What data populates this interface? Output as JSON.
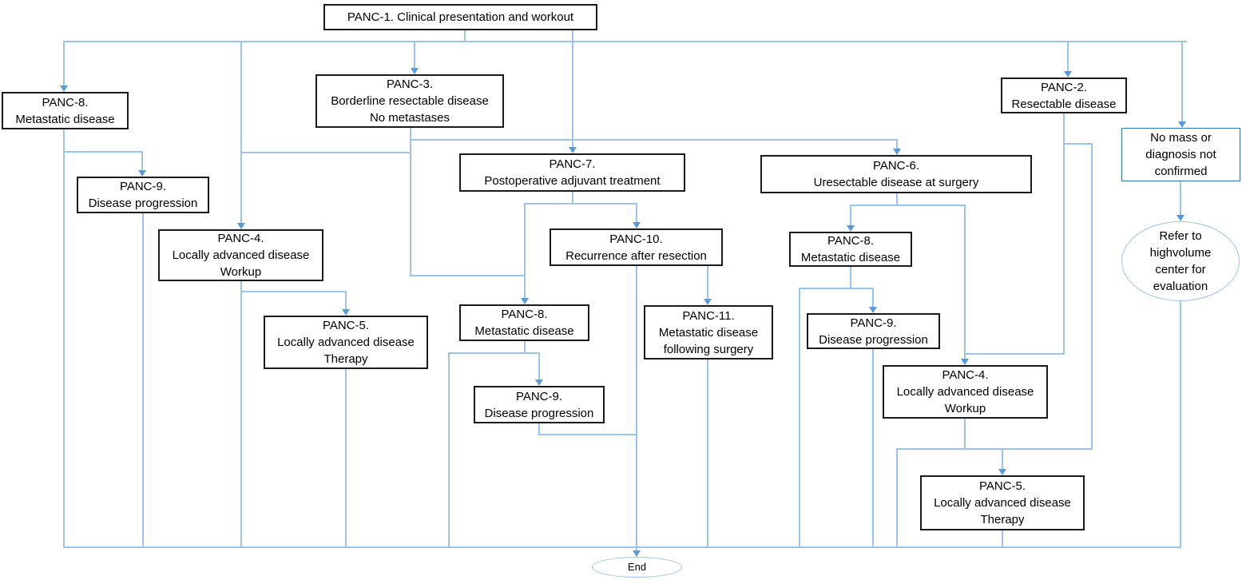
{
  "colors": {
    "connector": "#9dc3e6",
    "arrow": "#5b9bd5",
    "node_border": "#1a1a1a",
    "blue_node_border": "#2e75b6",
    "text": "#000000",
    "background": "#ffffff"
  },
  "nodes": {
    "panc1": {
      "lines": [
        "PANC-1. Clinical presentation and workout"
      ]
    },
    "panc8_left": {
      "lines": [
        "PANC-8.",
        "Metastatic disease"
      ]
    },
    "panc9_left": {
      "lines": [
        "PANC-9.",
        "Disease progression"
      ]
    },
    "panc3": {
      "lines": [
        "PANC-3.",
        "Borderline resectable disease",
        "No metastases"
      ]
    },
    "panc4_left": {
      "lines": [
        "PANC-4.",
        "Locally advanced disease",
        "Workup"
      ]
    },
    "panc5_left": {
      "lines": [
        "PANC-5.",
        "Locally advanced disease",
        "Therapy"
      ]
    },
    "panc7": {
      "lines": [
        "PANC-7.",
        "Postoperative adjuvant treatment"
      ]
    },
    "panc10": {
      "lines": [
        "PANC-10.",
        "Recurrence after resection"
      ]
    },
    "panc8_mid": {
      "lines": [
        "PANC-8.",
        "Metastatic disease"
      ]
    },
    "panc9_mid": {
      "lines": [
        "PANC-9.",
        "Disease progression"
      ]
    },
    "panc11": {
      "lines": [
        "PANC-11.",
        "Metastatic disease",
        "following surgery"
      ]
    },
    "panc6": {
      "lines": [
        "PANC-6.",
        "Uresectable disease at surgery"
      ]
    },
    "panc8_right": {
      "lines": [
        "PANC-8.",
        "Metastatic disease"
      ]
    },
    "panc9_right": {
      "lines": [
        "PANC-9.",
        "Disease progression"
      ]
    },
    "panc4_right": {
      "lines": [
        "PANC-4.",
        "Locally advanced disease",
        "Workup"
      ]
    },
    "panc5_right": {
      "lines": [
        "PANC-5.",
        "Locally advanced disease",
        "Therapy"
      ]
    },
    "panc2": {
      "lines": [
        "PANC-2.",
        "Resectable disease"
      ]
    },
    "no_mass": {
      "lines": [
        "No mass or",
        "diagnosis not",
        "confirmed"
      ]
    }
  },
  "terminals": {
    "refer": {
      "lines": [
        "Refer to",
        "highvolume",
        "center for",
        "evaluation"
      ]
    },
    "end": {
      "lines": [
        "End"
      ]
    }
  }
}
